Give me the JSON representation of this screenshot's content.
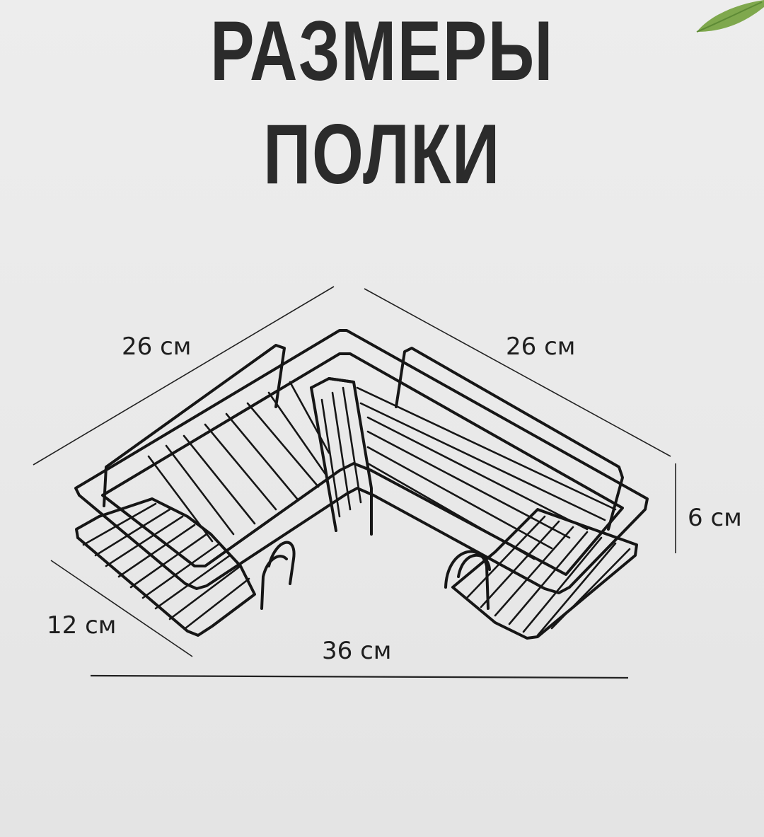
{
  "title": {
    "line1": "РАЗМЕРЫ",
    "line2": "ПОЛКИ"
  },
  "dimensions": {
    "back_left": "26 см",
    "back_right": "26 см",
    "height": "6 см",
    "depth": "12 см",
    "front_width": "36 см"
  },
  "colors": {
    "background": "#ececec",
    "wire": "#161616",
    "text": "#2b2b2b",
    "leaf": "#7fa84d"
  }
}
